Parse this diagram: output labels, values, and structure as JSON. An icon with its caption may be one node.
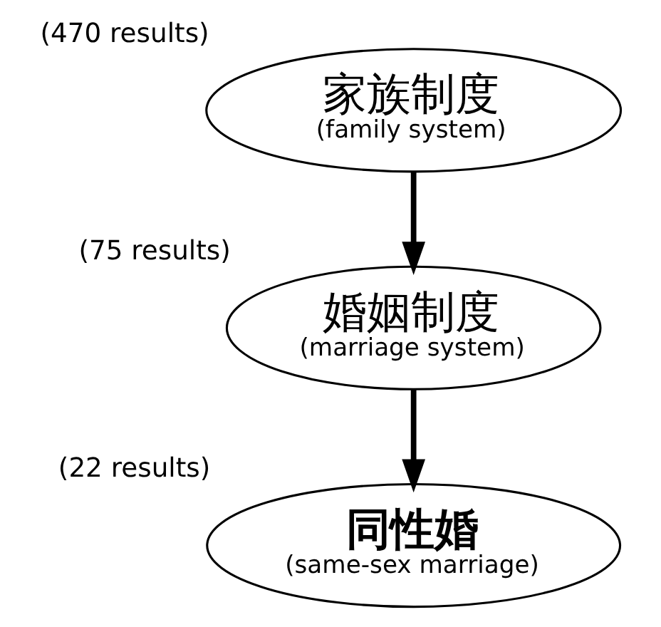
{
  "diagram": {
    "nodes": [
      {
        "text": [
          "家族制度",
          "(family system)"
        ],
        "beside": [
          "(470 results)"
        ]
      },
      {
        "text": [
          "婚姻制度",
          "(marriage system)"
        ],
        "beside": [
          "(75 results)"
        ]
      },
      {
        "text": [
          "同性婚",
          "(same-sex marriage)"
        ],
        "beside": [
          "(22 results)"
        ]
      }
    ],
    "edges": [
      {
        "from": 0,
        "to": 1,
        "arrow": "to"
      },
      {
        "from": 1,
        "to": 2,
        "arrow": "to"
      }
    ]
  }
}
